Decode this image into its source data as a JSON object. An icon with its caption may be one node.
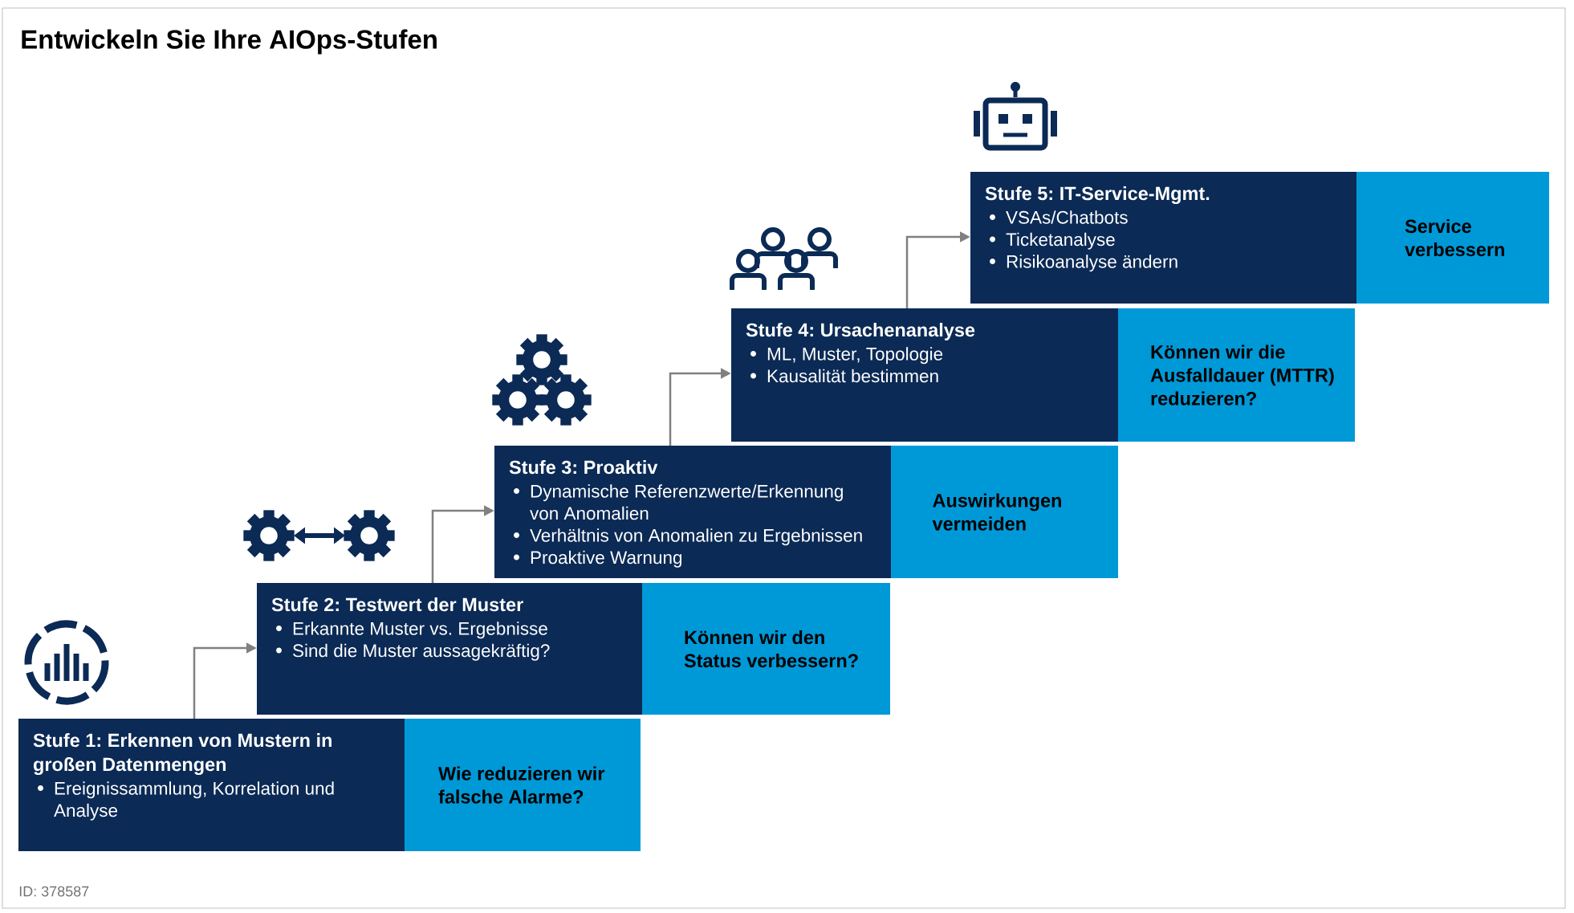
{
  "diagram": {
    "title": "Entwickeln Sie Ihre AIOps-Stufen",
    "nodes": [
      {
        "text": [
          "Stufe 1: Erkennen von Mustern in großen Datenmengen",
          "Ereignissammlung, Korrelation und Analyse"
        ]
      },
      {
        "text": [
          "Wie reduzieren wir falsche Alarme?"
        ]
      },
      {
        "text": [
          "Stufe 2: Testwert der Muster",
          "Erkannte Muster vs. Ergebnisse",
          "Sind die Muster aussagekräftig?"
        ]
      },
      {
        "text": [
          "Können wir den Status verbessern?"
        ]
      },
      {
        "text": [
          "Stufe 3: Proaktiv",
          "Dynamische Referenzwerte/Erkennung von Anomalien",
          "Verhältnis von Anomalien zu Ergebnissen",
          "Proaktive Warnung"
        ]
      },
      {
        "text": [
          "Auswirkungen vermeiden"
        ]
      },
      {
        "text": [
          "Stufe 4: Ursachenanalyse",
          "ML, Muster, Topologie",
          "Kausalität bestimmen"
        ]
      },
      {
        "text": [
          "Können wir die Ausfalldauer (MTTR) reduzieren?"
        ]
      },
      {
        "text": [
          "Stufe 5: IT-Service-Mgmt.",
          "VSAs/Chatbots",
          "Ticketanalyse",
          "Risikoanalyse ändern"
        ]
      },
      {
        "text": [
          "Service verbessern"
        ]
      }
    ],
    "edges": [
      {
        "from": 0,
        "to": 2,
        "arrow": "to"
      },
      {
        "from": 2,
        "to": 4,
        "arrow": "to"
      },
      {
        "from": 4,
        "to": 6,
        "arrow": "to"
      },
      {
        "from": 6,
        "to": 8,
        "arrow": "to"
      }
    ],
    "labels": [
      "ID: 378587"
    ]
  }
}
